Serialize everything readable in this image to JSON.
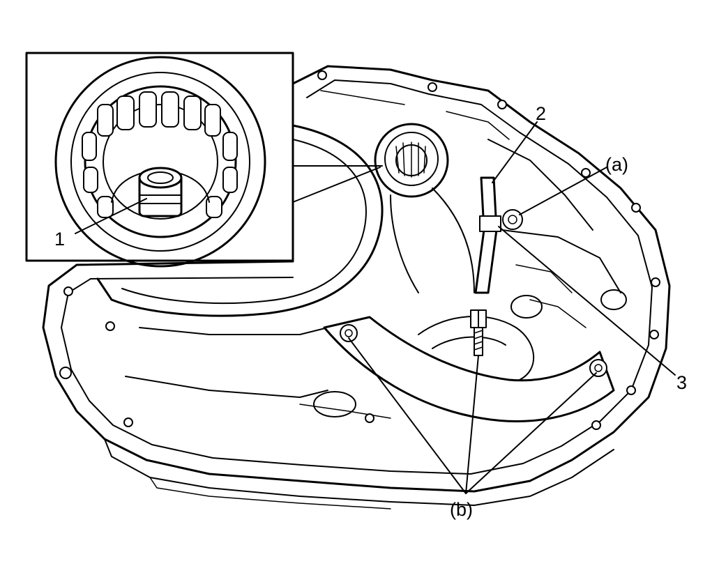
{
  "figure": {
    "callouts": {
      "c1": "1",
      "c2": "2",
      "c3": "3",
      "a": "(a)",
      "b": "(b)"
    }
  }
}
